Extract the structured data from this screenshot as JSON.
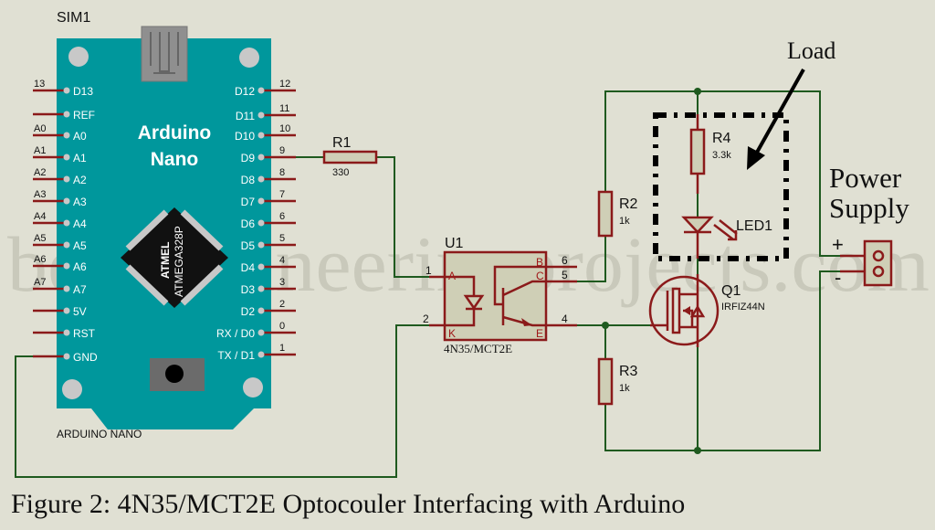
{
  "watermark": "bestengineeringprojects.com",
  "caption": "Figure 2: 4N35/MCT2E Optocouler Interfacing with Arduino",
  "arduino": {
    "ref": "SIM1",
    "title_line1": "Arduino",
    "title_line2": "Nano",
    "chip_line1": "ATMEL",
    "chip_line2": "ATMEGA328P",
    "part": "ARDUINO NANO",
    "board_color": "#00979c",
    "left_pins": [
      {
        "label": "D13",
        "num": "13"
      },
      {
        "label": "REF",
        "num": ""
      },
      {
        "label": "A0",
        "num": "A0"
      },
      {
        "label": "A1",
        "num": "A1"
      },
      {
        "label": "A2",
        "num": "A2"
      },
      {
        "label": "A3",
        "num": "A3"
      },
      {
        "label": "A4",
        "num": "A4"
      },
      {
        "label": "A5",
        "num": "A5"
      },
      {
        "label": "A6",
        "num": "A6"
      },
      {
        "label": "A7",
        "num": "A7"
      },
      {
        "label": "5V",
        "num": ""
      },
      {
        "label": "RST",
        "num": ""
      },
      {
        "label": "GND",
        "num": ""
      }
    ],
    "right_pins": [
      {
        "label": "D12",
        "num": "12"
      },
      {
        "label": "D11",
        "num": "11"
      },
      {
        "label": "D10",
        "num": "10"
      },
      {
        "label": "D9",
        "num": "9"
      },
      {
        "label": "D8",
        "num": "8"
      },
      {
        "label": "D7",
        "num": "7"
      },
      {
        "label": "D6",
        "num": "6"
      },
      {
        "label": "D5",
        "num": "5"
      },
      {
        "label": "D4",
        "num": "4"
      },
      {
        "label": "D3",
        "num": "3"
      },
      {
        "label": "D2",
        "num": "2"
      },
      {
        "label": "RX / D0",
        "num": "0"
      },
      {
        "label": "TX / D1",
        "num": "1"
      }
    ]
  },
  "r1": {
    "ref": "R1",
    "value": "330"
  },
  "u1": {
    "ref": "U1",
    "part": "4N35/MCT2E",
    "pin_a": "A",
    "pin_k": "K",
    "pin_b": "B",
    "pin_c": "C",
    "pin_e": "E",
    "n1": "1",
    "n2": "2",
    "n4": "4",
    "n5": "5",
    "n6": "6"
  },
  "r2": {
    "ref": "R2",
    "value": "1k"
  },
  "r3": {
    "ref": "R3",
    "value": "1k"
  },
  "r4": {
    "ref": "R4",
    "value": "3.3k"
  },
  "led": {
    "ref": "LED1"
  },
  "q1": {
    "ref": "Q1",
    "part": "IRFIZ44N"
  },
  "load": {
    "label": "Load"
  },
  "power": {
    "line1": "Power",
    "line2": "Supply",
    "plus": "+",
    "minus": "-"
  }
}
